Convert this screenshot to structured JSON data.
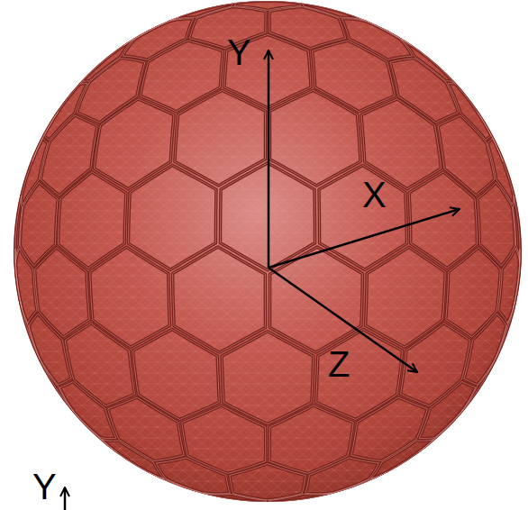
{
  "diagram": {
    "labels": [
      "Y",
      "X",
      "Z",
      "Y"
    ]
  }
}
